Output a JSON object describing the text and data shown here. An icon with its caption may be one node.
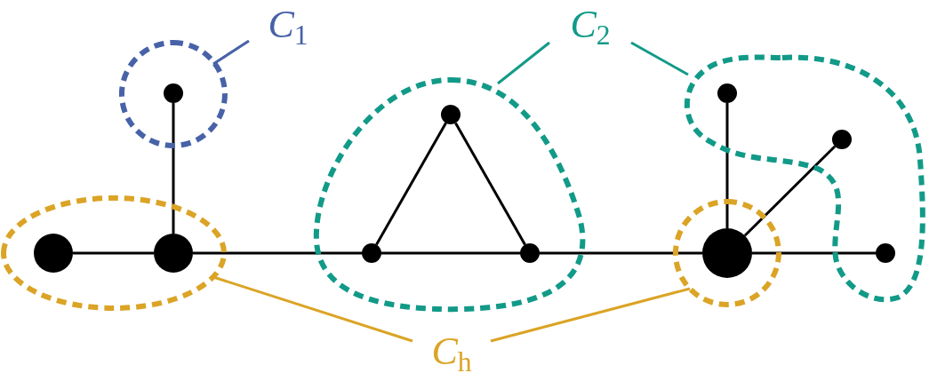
{
  "diagram": {
    "nodes": [
      {
        "text": [
          "*C*$_{1}$"
        ]
      },
      {
        "text": [
          "*C*$_{2}$"
        ]
      },
      {
        "text": [],
        "shape": "circle"
      },
      {
        "text": [],
        "shape": "circle",
        "in": 2
      },
      {
        "text": [],
        "shape": "blob"
      },
      {
        "text": [],
        "shape": "circle",
        "in": 4
      },
      {
        "text": [],
        "shape": "blob"
      },
      {
        "text": [],
        "shape": "circle",
        "in": 6
      },
      {
        "text": [],
        "shape": "circle",
        "in": 6
      },
      {
        "text": [],
        "shape": "ellipse"
      },
      {
        "text": [],
        "shape": "circle",
        "in": 9
      },
      {
        "text": [],
        "shape": "circle",
        "in": 9
      },
      {
        "text": [],
        "shape": "circle",
        "in": 4
      },
      {
        "text": [],
        "shape": "circle",
        "in": 4
      },
      {
        "text": [],
        "shape": "circle"
      },
      {
        "text": [],
        "shape": "circle",
        "in": 14
      },
      {
        "text": [],
        "shape": "circle",
        "in": 6
      },
      {
        "text": [
          "*C*$_{h}$"
        ]
      }
    ],
    "edges": [
      {
        "from": 10,
        "to": 11,
        "arrow": "none"
      },
      {
        "from": 11,
        "to": 3,
        "arrow": "none"
      },
      {
        "from": 11,
        "to": 12,
        "arrow": "none"
      },
      {
        "from": 12,
        "to": 5,
        "arrow": "none"
      },
      {
        "from": 5,
        "to": 13,
        "arrow": "none"
      },
      {
        "from": 12,
        "to": 13,
        "arrow": "none"
      },
      {
        "from": 13,
        "to": 15,
        "arrow": "none"
      },
      {
        "from": 15,
        "to": 7,
        "arrow": "none"
      },
      {
        "from": 15,
        "to": 8,
        "arrow": "none"
      },
      {
        "from": 15,
        "to": 16,
        "arrow": "none"
      },
      {
        "from": 0,
        "to": 2,
        "arrow": "none",
        "color": "#4862a8"
      },
      {
        "from": 1,
        "to": 4,
        "arrow": "none",
        "color": "#129a88"
      },
      {
        "from": 1,
        "to": 6,
        "arrow": "none",
        "color": "#129a88"
      },
      {
        "from": 17,
        "to": 9,
        "arrow": "none",
        "color": "#dba426"
      },
      {
        "from": 17,
        "to": 14,
        "arrow": "none",
        "color": "#dba426"
      }
    ]
  }
}
